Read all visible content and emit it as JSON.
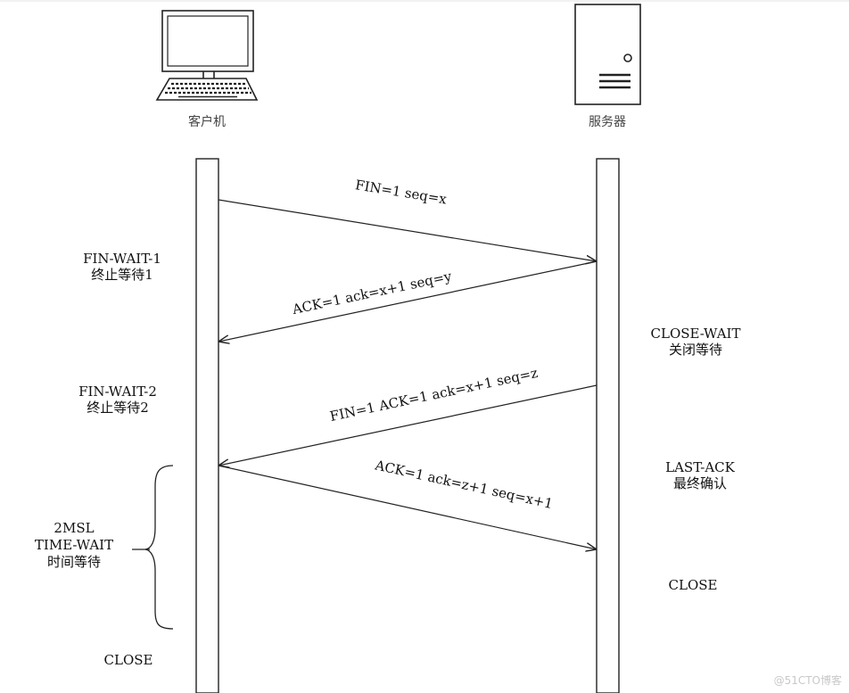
{
  "hosts": {
    "client": {
      "label": "客户机",
      "icon": "computer-icon"
    },
    "server": {
      "label": "服务器",
      "icon": "server-tower-icon"
    }
  },
  "messages": [
    {
      "text": "FIN=1  seq=x",
      "direction": "client-to-server"
    },
    {
      "text": "ACK=1  ack=x+1  seq=y",
      "direction": "server-to-client"
    },
    {
      "text": "FIN=1  ACK=1  ack=x+1  seq=z",
      "direction": "server-to-client"
    },
    {
      "text": "ACK=1  ack=z+1  seq=x+1",
      "direction": "client-to-server"
    }
  ],
  "client_states": [
    {
      "line1": "FIN-WAIT-1",
      "line2": "终止等待1"
    },
    {
      "line1": "FIN-WAIT-2",
      "line2": "终止等待2"
    },
    {
      "line1": "2MSL",
      "line2": "TIME-WAIT",
      "line3": "时间等待"
    },
    {
      "line1": "CLOSE"
    }
  ],
  "server_states": [
    {
      "line1": "CLOSE-WAIT",
      "line2": "关闭等待"
    },
    {
      "line1": "LAST-ACK",
      "line2": "最终确认"
    },
    {
      "line1": "CLOSE"
    }
  ],
  "watermark": "@51CTO博客"
}
